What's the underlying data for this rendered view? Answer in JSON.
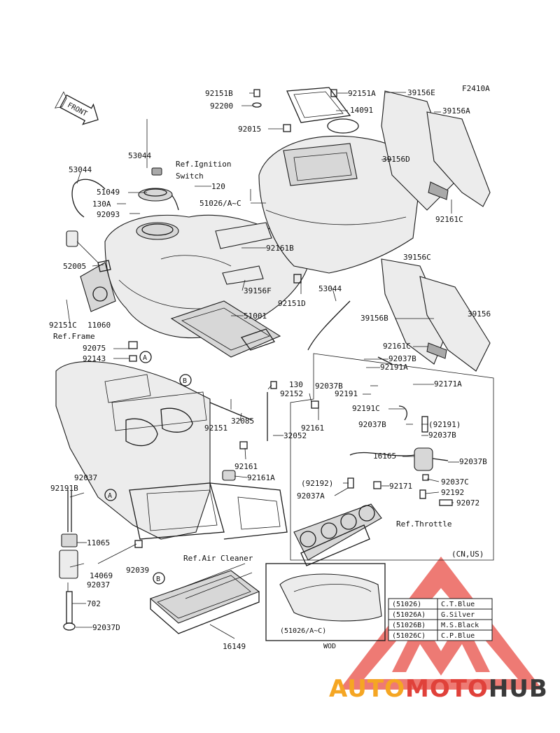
{
  "figure_code": "F2410A",
  "front_arrow_label": "FRONT",
  "parts": [
    {
      "id": "p1",
      "text": "92151B"
    },
    {
      "id": "p2",
      "text": "92200"
    },
    {
      "id": "p3",
      "text": "92015"
    },
    {
      "id": "p4",
      "text": "92151A"
    },
    {
      "id": "p5",
      "text": "14091"
    },
    {
      "id": "p6",
      "text": "39156E"
    },
    {
      "id": "p7",
      "text": "39156A"
    },
    {
      "id": "p8",
      "text": "39156D"
    },
    {
      "id": "p9",
      "text": "92161C"
    },
    {
      "id": "p10",
      "text": "53044"
    },
    {
      "id": "p11",
      "text": "53044"
    },
    {
      "id": "p12",
      "text": "51049"
    },
    {
      "id": "p13",
      "text": "130A"
    },
    {
      "id": "p14",
      "text": "92093"
    },
    {
      "id": "p15",
      "text": "120"
    },
    {
      "id": "p16",
      "text": "51026/A~C"
    },
    {
      "id": "p17",
      "text": "92161B"
    },
    {
      "id": "p18",
      "text": "39156F"
    },
    {
      "id": "p19",
      "text": "52005"
    },
    {
      "id": "p20",
      "text": "92151D"
    },
    {
      "id": "p21",
      "text": "53044"
    },
    {
      "id": "p22",
      "text": "39156C"
    },
    {
      "id": "p23",
      "text": "51001"
    },
    {
      "id": "p24",
      "text": "39156B"
    },
    {
      "id": "p25",
      "text": "39156"
    },
    {
      "id": "p26",
      "text": "92151C"
    },
    {
      "id": "p27",
      "text": "11060"
    },
    {
      "id": "p28",
      "text": "92075"
    },
    {
      "id": "p29",
      "text": "92143"
    },
    {
      "id": "p30",
      "text": "92161C"
    },
    {
      "id": "p31",
      "text": "92037B"
    },
    {
      "id": "p32",
      "text": "92191A"
    },
    {
      "id": "p33",
      "text": "130"
    },
    {
      "id": "p34",
      "text": "92037B"
    },
    {
      "id": "p35",
      "text": "92171A"
    },
    {
      "id": "p36",
      "text": "92152"
    },
    {
      "id": "p37",
      "text": "92191"
    },
    {
      "id": "p38",
      "text": "92191C"
    },
    {
      "id": "p39",
      "text": "92151"
    },
    {
      "id": "p40",
      "text": "32085"
    },
    {
      "id": "p41",
      "text": "92161"
    },
    {
      "id": "p42",
      "text": "32052"
    },
    {
      "id": "p43",
      "text": "92037B"
    },
    {
      "id": "p44",
      "text": "(92191)"
    },
    {
      "id": "p45",
      "text": "92037B"
    },
    {
      "id": "p46",
      "text": "16165"
    },
    {
      "id": "p47",
      "text": "92037B"
    },
    {
      "id": "p48",
      "text": "92161"
    },
    {
      "id": "p49",
      "text": "92161A"
    },
    {
      "id": "p50",
      "text": "(92192)"
    },
    {
      "id": "p51",
      "text": "92171"
    },
    {
      "id": "p52",
      "text": "92037C"
    },
    {
      "id": "p53",
      "text": "92192"
    },
    {
      "id": "p54",
      "text": "92037A"
    },
    {
      "id": "p55",
      "text": "92072"
    },
    {
      "id": "p56",
      "text": "92037"
    },
    {
      "id": "p57",
      "text": "92191B"
    },
    {
      "id": "p58",
      "text": "11065"
    },
    {
      "id": "p59",
      "text": "14069"
    },
    {
      "id": "p60",
      "text": "92037"
    },
    {
      "id": "p61",
      "text": "702"
    },
    {
      "id": "p62",
      "text": "92037D"
    },
    {
      "id": "p63",
      "text": "92039"
    },
    {
      "id": "p64",
      "text": "16149"
    },
    {
      "id": "p65",
      "text": "(51026/A~C)"
    }
  ],
  "references": {
    "ignition_switch_line1": "Ref.Ignition",
    "ignition_switch_line2": "Switch",
    "frame": "Ref.Frame",
    "air_cleaner": "Ref.Air Cleaner",
    "throttle": "Ref.Throttle",
    "market_note": "(CN,US)",
    "wod": "WOD"
  },
  "markers": {
    "a_upper": "A",
    "b_upper": "B",
    "a_lower": "A",
    "b_lower": "B"
  },
  "color_table": [
    {
      "part": "(51026)",
      "color": "C.T.Blue"
    },
    {
      "part": "(51026A)",
      "color": "G.Silver"
    },
    {
      "part": "(51026B)",
      "color": "M.S.Black"
    },
    {
      "part": "(51026C)",
      "color": "C.P.Blue"
    }
  ],
  "watermark": {
    "word_part1": "AUTO",
    "word_part2": "MOTO",
    "word_part3": "HUB",
    "color_orange": "#f5a623",
    "color_red": "#e0413a",
    "color_gray": "#3a3a3a"
  }
}
